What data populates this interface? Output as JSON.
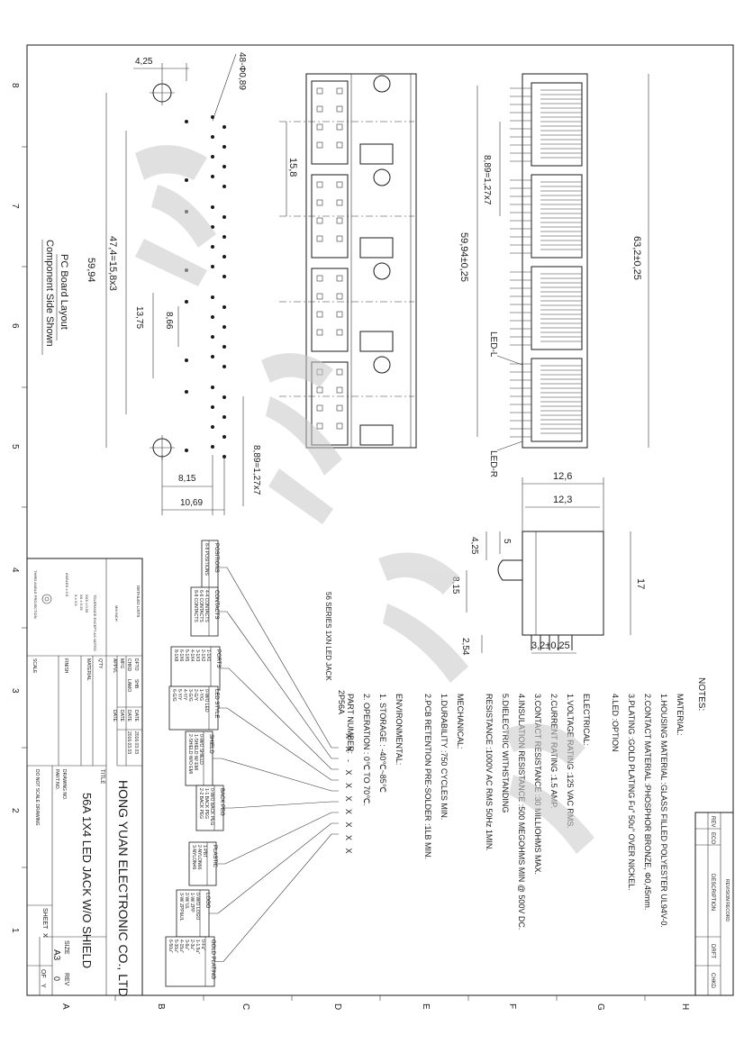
{
  "border_numbers": [
    "8",
    "7",
    "6",
    "5",
    "4",
    "3",
    "2",
    "1"
  ],
  "border_letters": [
    "A",
    "B",
    "C",
    "D",
    "E",
    "F",
    "G",
    "H"
  ],
  "pcb": {
    "title": "PC Board Layout",
    "subtitle": "Component Side Shown",
    "dims": {
      "d425": "4,25",
      "holes": "48-Φ0,89",
      "d5994": "59,94",
      "d474": "47,4=15,8x3",
      "d1375": "13,75",
      "d866": "8,66",
      "d889": "8,89=1,27x7",
      "d815": "8,15",
      "d1069": "10,69"
    }
  },
  "front": {
    "d158": "15,8"
  },
  "bottom": {
    "d889": "8,89=1,27x7",
    "d5994": "59,94±0,25",
    "d632": "63,2±0,25",
    "led_l": "LED-L",
    "led_r": "LED-R"
  },
  "side": {
    "d126": "12,6",
    "d123": "12,3",
    "d425": "4,25",
    "d5": "5",
    "d815": "8,15",
    "d17": "17",
    "d254": "2,54",
    "d32": "3,2±0,25"
  },
  "notes": {
    "heading": "NOTES:",
    "lines": [
      "MATERIAL:",
      "1.HOUSING MATERIAL       :GLASS FILLED POLYESTER UL94V-0.",
      "2.CONTACT MATERIAL       :PHOSPHOR BRONZE, Φ0,45mm.",
      "3.PLATING                      :GOLD PLATING Fu\" 50u\" OVER NICKEL.",
      "4.LED                            :OPTION",
      "ELECTRICAL:",
      "1.VOLTAGE RATING           :125 VAC RMS.",
      "2.CURRENT RATING           :1.5 AMP.",
      "3.CONTACT RESISTANCE    :30 MILLIOHMS MAX.",
      "4.INSULATION RESISTANCE :500 MEGOHMS MIN @ 500V DC.",
      "5.DIELECTRIC WITHSTANDING",
      "   RESISTANCE                 :1000V AC RMS 50Hz 1MIN.",
      "MECHANICAL:",
      "1.DURABILITY                  :750 CYCLES MIN.",
      "2.PCB RETENTION PRE-SOLDER  :1LB MIN.",
      "ENVIRONMENTAL:",
      "1. STORAGE                    : -40℃~85℃",
      "2. OPERATION                 : 0℃ TO 70℃.",
      "PART NUMBER:"
    ]
  },
  "part_number": {
    "series_label": "56 SERIES 1XN LED JACK",
    "code": "2P56A",
    "marks": "X X - X X X X X X X"
  },
  "option_boxes": [
    {
      "title": "POSITIONS",
      "items": [
        "8-8 POSITIONS"
      ]
    },
    {
      "title": "CONTACTS",
      "items": [
        "4-4 CONTACTS",
        "6-6 CONTACTS",
        "8-8 CONTACTS"
      ]
    },
    {
      "title": "PORTS",
      "items": [
        "1-1X1",
        "2-1X2",
        "3-1X3",
        "4-1X4",
        "5-1X5",
        "6-1X6",
        "8-1X8"
      ]
    },
    {
      "title": "LED STYLE",
      "items": [
        "0-W/O LED",
        "1-Y/G",
        "2-G/Y",
        "3-G/G",
        "4-Y/Y",
        "5-Y/Y",
        "6-G/G"
      ]
    },
    {
      "title": "SHIELD",
      "items": [
        "0-W/O SHIELD",
        "1-SHIELD W/ EMI",
        "2-SHIELD W/O EMI"
      ]
    },
    {
      "title": "BACK PEG",
      "items": [
        "0-W/O BACK PEG",
        "1-1 BACK PEG",
        "2-2 BACK PEG"
      ]
    },
    {
      "title": "PLASTIC",
      "items": [
        "1-PBT",
        "2-NYLON66",
        "3-NYLON46"
      ]
    },
    {
      "title": "LOGO",
      "items": [
        "0-W/O LOGO",
        "1-W/ ZPP",
        "2-W/ UL",
        "3-W/ ZPP&UL"
      ]
    },
    {
      "title": "GOLD PLATING",
      "items": [
        "0-Fu\"",
        "1-1.5u\"",
        "2-3u\"",
        "3-6u\"",
        "4-15u\"",
        "5-30u\"",
        "6-50u\""
      ]
    }
  ],
  "title_block": {
    "company": "HONG YUAN ELECTRONIC CO., LTD",
    "title_label": "TITLE",
    "title": "56A 1X4 LED JACK W/O SHIELD",
    "dwg_label": "DRAWING NO.",
    "part_no_label": "PART NO.",
    "no_scale": "DO NOT SCALE DRAWING",
    "size_label": "SIZE",
    "size": "A3",
    "rev_label": "REV",
    "rev": "0",
    "sheet_label": "SHEET",
    "sheet": "X",
    "of_label": "OF",
    "of": "Y",
    "dfto_label": "DFTO",
    "dfto": "SHB",
    "chkd_label": "CHKD",
    "chkd": "LAMO",
    "mfg_label": "MFG",
    "appvl_label": "APPVL",
    "date_label": "DATE",
    "date1": "2016.03.03",
    "date2": "2016.03.03",
    "finish_label": "FINISH",
    "scale_label": "SCALE",
    "qty_label": "Q'TY",
    "material_label": "MATERIAL",
    "detailed_lists": "DETAILED LISTS",
    "tolerance": "TOLERANCE EXCEPT AS NOTED",
    "mm_inch": "MM  INCH",
    "angles": "ANGLES ± 0.5",
    "tol_lines": [
      "X ± 0.5",
      "XX ± 0.25",
      "XXX ± 0.05"
    ],
    "projection": "THIRD ANGLE PROJECTION"
  },
  "revision": {
    "title": "REVISION RECORD",
    "rev": "REV",
    "eco": "ECO",
    "description": "DESCRIPTION",
    "drft": "DRFT",
    "chkd": "CHKD"
  }
}
